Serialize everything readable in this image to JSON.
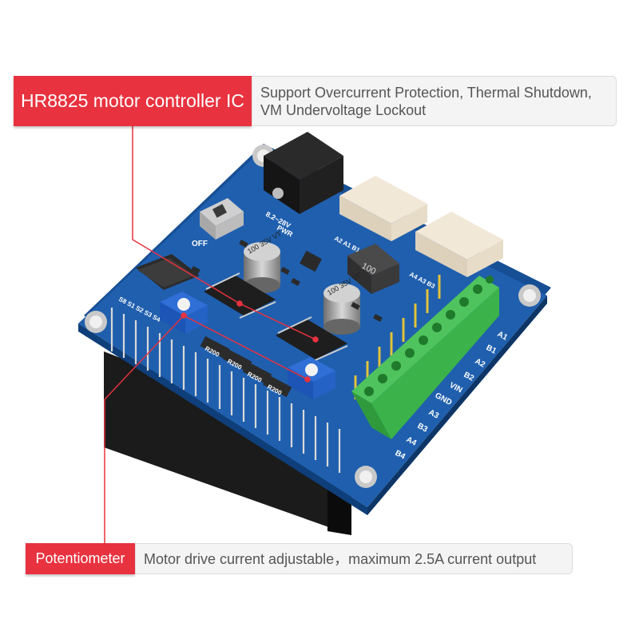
{
  "callouts": {
    "controller": {
      "label": "HR8825 motor controller IC",
      "description": "Support Overcurrent Protection, Thermal Shutdown, VM Undervoltage Lockout"
    },
    "potentiometer": {
      "label": "Potentiometer",
      "description": "Motor drive current adjustable，maximum 2.5A current output"
    }
  },
  "board": {
    "power_range": "8.2~28V",
    "power_label": "PWR",
    "switch_label": "OFF",
    "capacitor_marking": "100 35V VT",
    "inductor_marking": "100",
    "resistor_marking": "R200",
    "connector_a_pins": "A2 A1 B1",
    "connector_b_pins": "A4 A3 B3",
    "dip_labels": "S8 S1 S2 S3 S4",
    "terminal_labels": [
      "A1",
      "B1",
      "A2",
      "B2",
      "VIN",
      "GND",
      "A3",
      "B3",
      "A4",
      "B4"
    ]
  },
  "colors": {
    "callout_red": "#e8323f",
    "board_blue": "#1f5fae",
    "terminal_green": "#3bb34a"
  }
}
